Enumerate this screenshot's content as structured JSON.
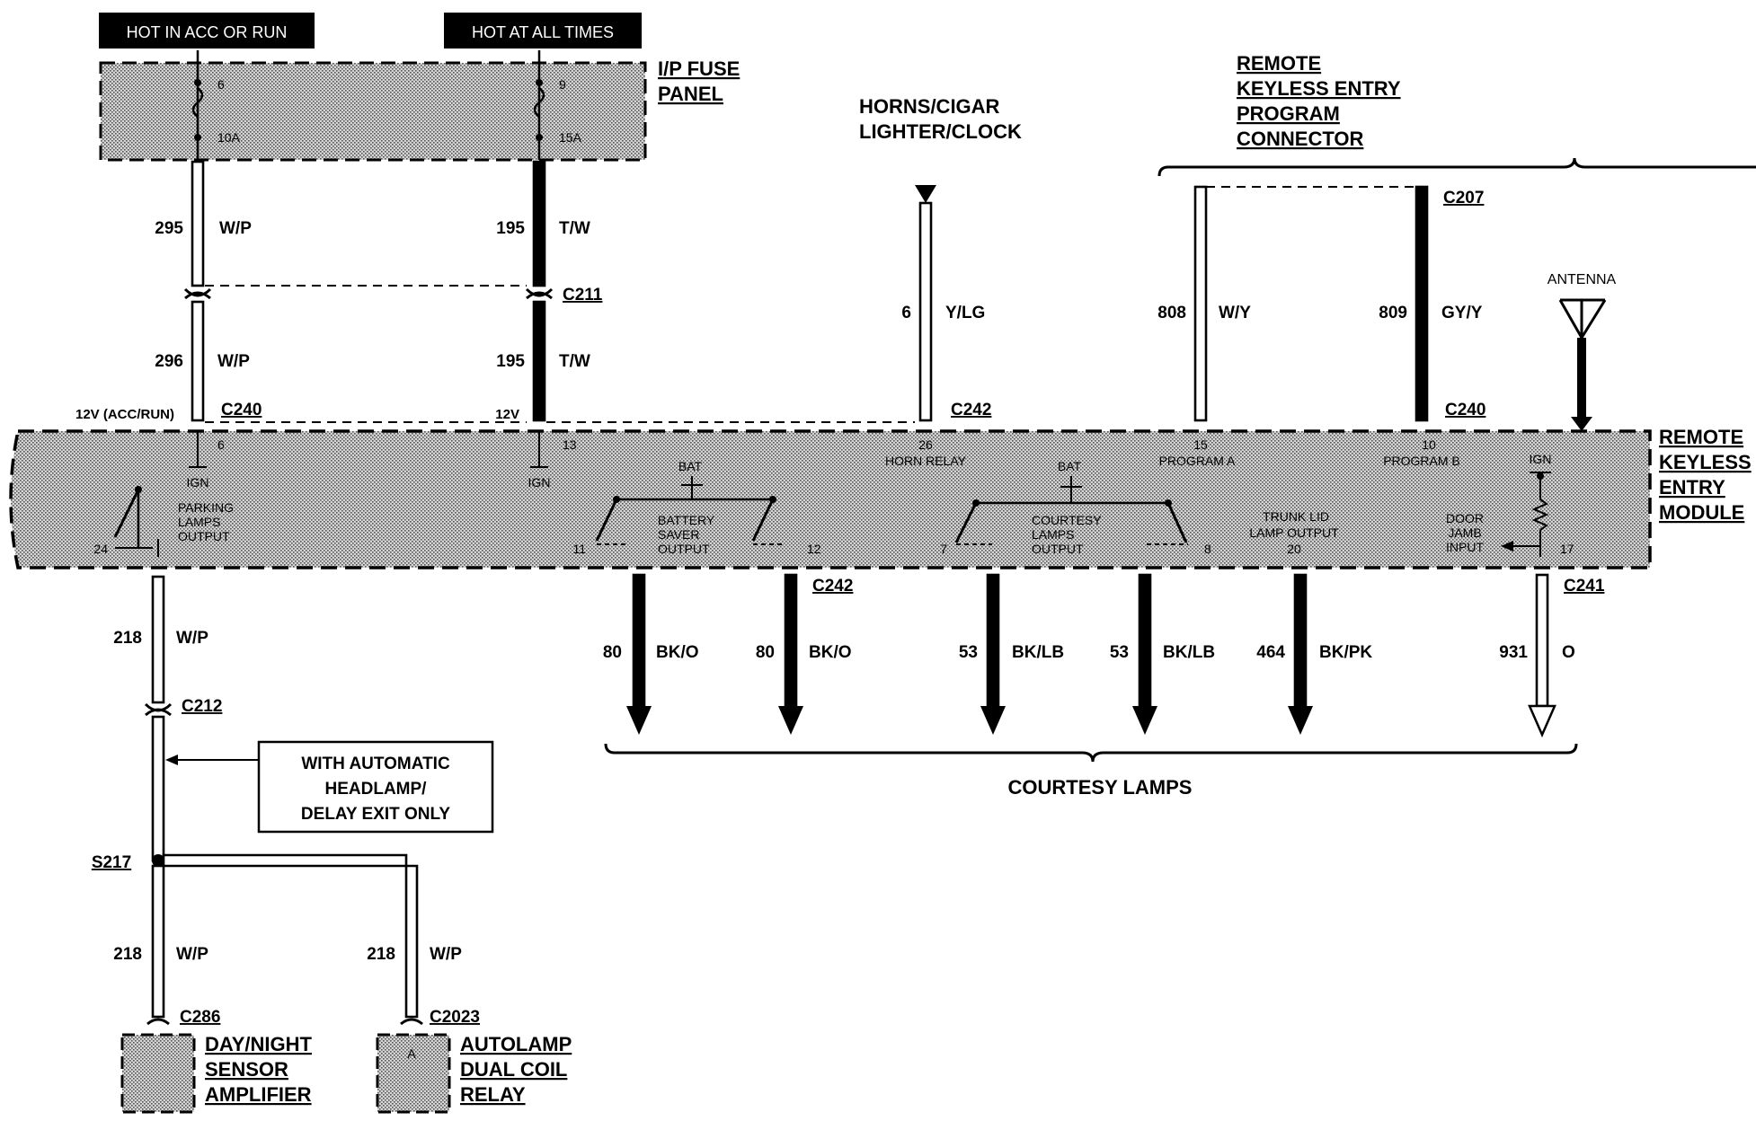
{
  "colors": {
    "line": "#000000",
    "module_fill": "#c8c8c8",
    "background": "#ffffff"
  },
  "labels": {
    "hot_acc_run": "HOT IN ACC OR RUN",
    "hot_all_times": "HOT AT ALL TIMES",
    "fuse_panel": [
      "I/P FUSE",
      "PANEL"
    ],
    "fuse_left_num": "6",
    "fuse_left_amp": "10A",
    "fuse_right_num": "9",
    "fuse_right_amp": "15A",
    "horns": [
      "HORNS/CIGAR",
      "LIGHTER/CLOCK"
    ],
    "rke_program": [
      "REMOTE",
      "KEYLESS ENTRY",
      "PROGRAM",
      "CONNECTOR"
    ],
    "antenna": "ANTENNA",
    "module": [
      "REMOTE",
      "KEYLESS",
      "ENTRY",
      "MODULE"
    ],
    "courtesy_lamps": "COURTESY LAMPS",
    "auto_note": [
      "WITH AUTOMATIC",
      "HEADLAMP/",
      "DELAY EXIT ONLY"
    ],
    "day_night": [
      "DAY/NIGHT",
      "SENSOR",
      "AMPLIFIER"
    ],
    "autolamp": [
      "AUTOLAMP",
      "DUAL COIL",
      "RELAY"
    ],
    "twelve_v_acc": "12V (ACC/RUN)",
    "twelve_v": "12V"
  },
  "connectors": {
    "c211": "C211",
    "c240_left": "C240",
    "c240_right": "C240",
    "c242_top": "C242",
    "c207": "C207",
    "c212": "C212",
    "c242_bottom": "C242",
    "c241": "C241",
    "c286": "C286",
    "c2023": "C2023",
    "s217": "S217"
  },
  "wires": {
    "w295": {
      "num": "295",
      "color": "W/P"
    },
    "w195a": {
      "num": "195",
      "color": "T/W"
    },
    "w296": {
      "num": "296",
      "color": "W/P"
    },
    "w195b": {
      "num": "195",
      "color": "T/W"
    },
    "w6": {
      "num": "6",
      "color": "Y/LG"
    },
    "w808": {
      "num": "808",
      "color": "W/Y"
    },
    "w809": {
      "num": "809",
      "color": "GY/Y"
    },
    "w218a": {
      "num": "218",
      "color": "W/P"
    },
    "w218b": {
      "num": "218",
      "color": "W/P"
    },
    "w218c": {
      "num": "218",
      "color": "W/P"
    },
    "w80a": {
      "num": "80",
      "color": "BK/O"
    },
    "w80b": {
      "num": "80",
      "color": "BK/O"
    },
    "w53a": {
      "num": "53",
      "color": "BK/LB"
    },
    "w53b": {
      "num": "53",
      "color": "BK/LB"
    },
    "w464": {
      "num": "464",
      "color": "BK/PK"
    },
    "w931": {
      "num": "931",
      "color": "O"
    }
  },
  "pins": {
    "p6": "6",
    "p13": "13",
    "p26": "26",
    "p15": "15",
    "p10": "10",
    "p24": "24",
    "p11": "11",
    "p12": "12",
    "p7": "7",
    "p8": "8",
    "p20": "20",
    "p17": "17",
    "pa": "A"
  },
  "internal": {
    "ign1": "IGN",
    "ign2": "IGN",
    "ign3": "IGN",
    "horn_relay": "HORN RELAY",
    "program_a": "PROGRAM A",
    "program_b": "PROGRAM B",
    "parking": [
      "PARKING",
      "LAMPS",
      "OUTPUT"
    ],
    "bat1": "BAT",
    "bat2": "BAT",
    "battery_saver": [
      "BATTERY",
      "SAVER",
      "OUTPUT"
    ],
    "courtesy_out": [
      "COURTESY",
      "LAMPS",
      "OUTPUT"
    ],
    "trunk": [
      "TRUNK LID",
      "LAMP OUTPUT"
    ],
    "door_jamb": [
      "DOOR",
      "JAMB",
      "INPUT"
    ]
  }
}
